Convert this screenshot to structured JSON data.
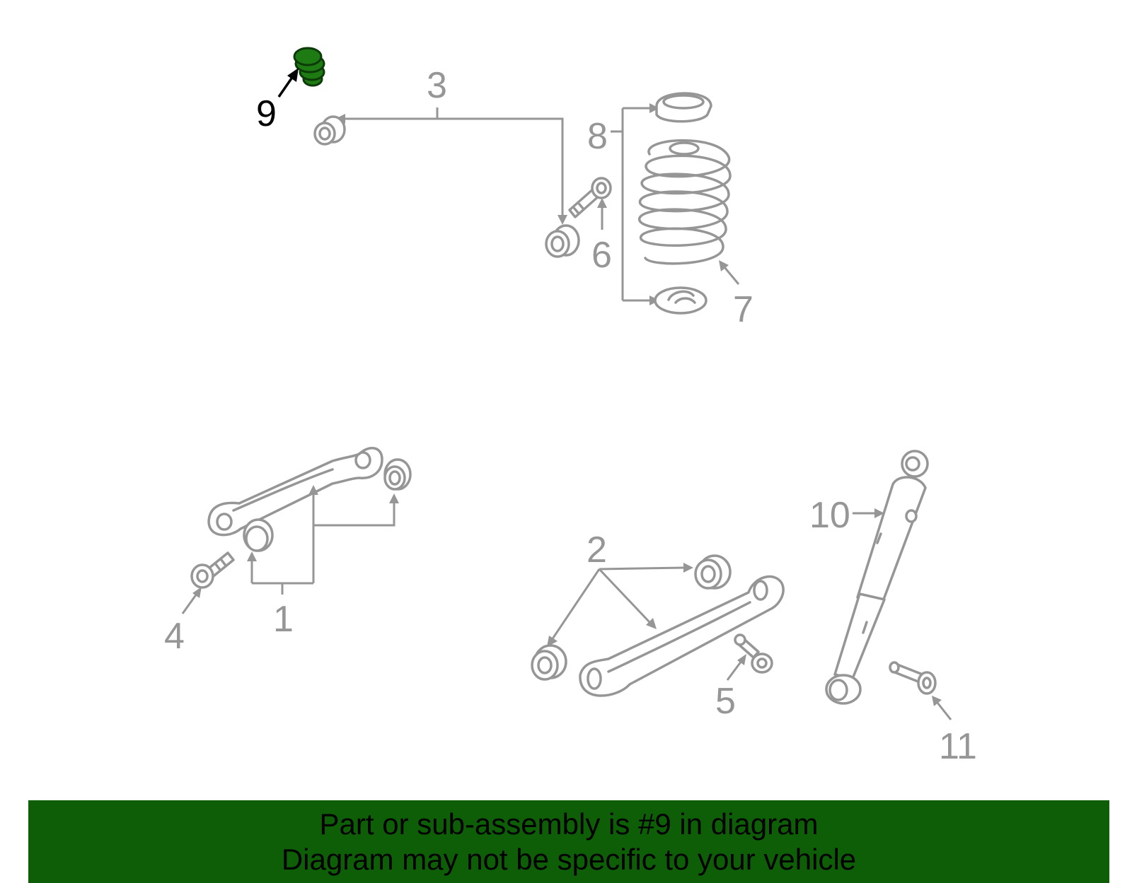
{
  "diagram": {
    "callouts": {
      "c1": "1",
      "c2": "2",
      "c3": "3",
      "c4": "4",
      "c5": "5",
      "c6": "6",
      "c7": "7",
      "c8": "8",
      "c9": "9",
      "c10": "10",
      "c11": "11"
    },
    "highlighted_part": "9",
    "colors": {
      "part_stroke": "#969696",
      "highlight_fill": "#1e7a12",
      "banner_bg": "#0d5e06"
    }
  },
  "banner": {
    "line1": "Part or sub-assembly is #9 in diagram",
    "line2": "Diagram may not be specific to your vehicle"
  }
}
